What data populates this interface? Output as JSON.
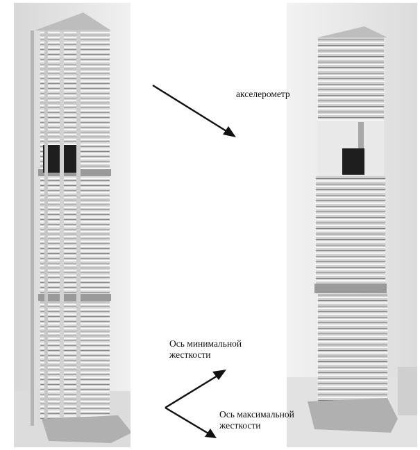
{
  "labels": {
    "accelerometer": "акселерометр",
    "min_axis_line1": "Ось минимальной",
    "min_axis_line2": "жесткости",
    "max_axis_line1": "Ось максимальной",
    "max_axis_line2": "жесткости"
  },
  "colors": {
    "background": "#ffffff",
    "photo_wall": "#e6e6e6",
    "aluminum": "#c9c9c9",
    "dark_block": "#1e1e1e",
    "arrow": "#111111"
  },
  "photos": [
    {
      "name": "tower-model-with-rods"
    },
    {
      "name": "tower-model-without-rods"
    }
  ]
}
